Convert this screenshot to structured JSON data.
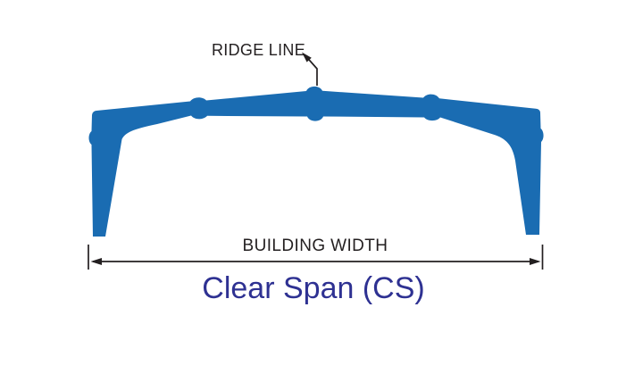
{
  "diagram": {
    "title": "Clear Span (CS)",
    "labels": {
      "ridge_line": "RIDGE LINE",
      "building_width": "BUILDING WIDTH"
    }
  },
  "colors": {
    "background": "#ffffff",
    "frame": "#1a6cb2",
    "annotation": "#231f20",
    "title": "#2e3192"
  }
}
